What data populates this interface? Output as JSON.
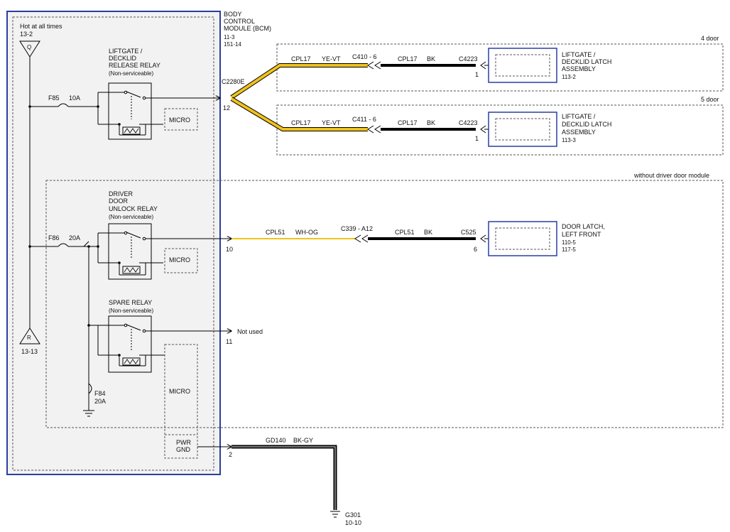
{
  "bcm": {
    "title_lines": [
      "BODY",
      "CONTROL",
      "MODULE (BCM)"
    ],
    "refs": [
      "11-3",
      "151-14"
    ]
  },
  "power": {
    "hot_label": "Hot at all times",
    "hot_ref": "13-2",
    "connector_q": "Q",
    "connector_r": "R",
    "r_ref": "13-13"
  },
  "fuses": {
    "f85": "F85",
    "f85_rating": "10A",
    "f86": "F86",
    "f86_rating": "20A",
    "f84": "F84",
    "f84_rating": "20A"
  },
  "relays": {
    "liftgate_lines": [
      "LIFTGATE /",
      "DECKLID",
      "RELEASE RELAY",
      "(Non-serviceable)"
    ],
    "driver_lines": [
      "DRIVER",
      "DOOR",
      "UNLOCK RELAY",
      "(Non-serviceable)"
    ],
    "spare_lines": [
      "SPARE RELAY",
      "(Non-serviceable)"
    ],
    "micro": "MICRO",
    "pwr": "PWR",
    "gnd": "GND"
  },
  "variants": {
    "four_door": "4 door",
    "five_door": "5 door",
    "no_ddm": "without driver door module"
  },
  "pins": {
    "c2280e": "C2280E",
    "p12": "12",
    "p10": "10",
    "p11": "11",
    "p2": "2",
    "p1a": "1",
    "p1b": "1",
    "p6": "6"
  },
  "circuits": {
    "cpl17_a": "CPL17",
    "ye_vt_a": "YE-VT",
    "c410": "C410 - 6",
    "cpl17_a2": "CPL17",
    "bk_a": "BK",
    "c4223_a": "C4223",
    "cpl17_b": "CPL17",
    "ye_vt_b": "YE-VT",
    "c411": "C411 - 6",
    "cpl17_b2": "CPL17",
    "bk_b": "BK",
    "c4223_b": "C4223",
    "cpl51": "CPL51",
    "wh_og": "WH-OG",
    "c339": "C339 - A12",
    "cpl51_2": "CPL51",
    "bk_c": "BK",
    "c525": "C525",
    "not_used": "Not used",
    "gd140": "GD140",
    "bk_gy": "BK-GY",
    "g301": "G301",
    "g301_ref": "10-10"
  },
  "components": {
    "latch_4door_lines": [
      "LIFTGATE /",
      "DECKLID LATCH",
      "ASSEMBLY",
      "113-2"
    ],
    "latch_5door_lines": [
      "LIFTGATE /",
      "DECKLID LATCH",
      "ASSEMBLY",
      "113-3"
    ],
    "door_latch_lines": [
      "DOOR LATCH,",
      "LEFT FRONT",
      "110-5",
      "117-5"
    ]
  },
  "colors": {
    "module_border": "#2a3ea0",
    "module_fill": "#f2f2f2",
    "yellow": "#f1c21b",
    "wire": "#000000"
  }
}
